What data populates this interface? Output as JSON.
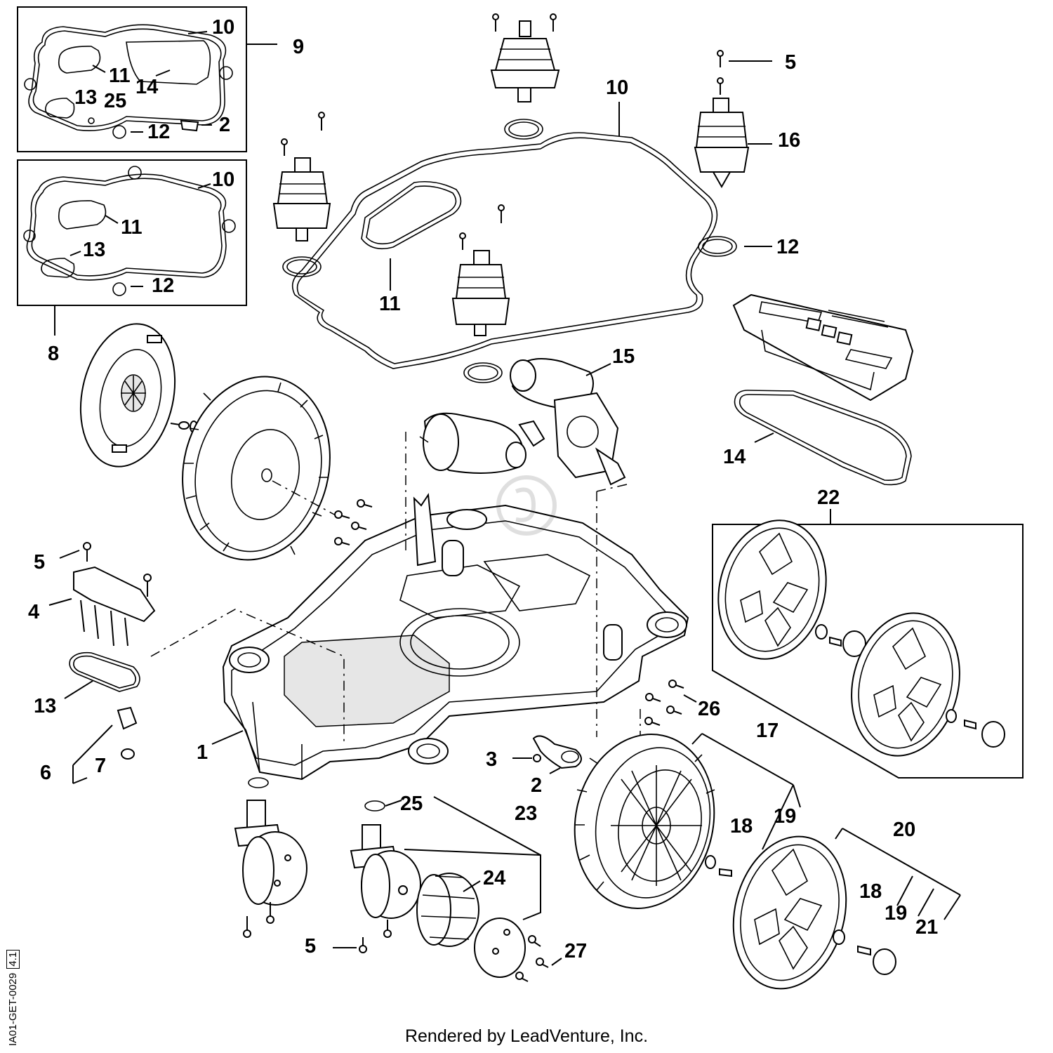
{
  "callouts": {
    "c1": "1",
    "c2a": "2",
    "c2b": "2",
    "c3": "3",
    "c4": "4",
    "c5a": "5",
    "c5b": "5",
    "c5c": "5",
    "c6": "6",
    "c7": "7",
    "c8": "8",
    "c9": "9",
    "c10a": "10",
    "c10b": "10",
    "c10c": "10",
    "c11a": "11",
    "c11b": "11",
    "c11c": "11",
    "c12a": "12",
    "c12b": "12",
    "c12c": "12",
    "c13a": "13",
    "c13b": "13",
    "c13c": "13",
    "c14a": "14",
    "c14b": "14",
    "c15": "15",
    "c16": "16",
    "c17": "17",
    "c18a": "18",
    "c18b": "18",
    "c19a": "19",
    "c19b": "19",
    "c20": "20",
    "c21": "21",
    "c22": "22",
    "c23": "23",
    "c24": "24",
    "c25a": "25",
    "c25b": "25",
    "c26": "26",
    "c27": "27"
  },
  "footer": "Rendered by LeadVenture, Inc.",
  "drawing_id": "IA01-GET-0029",
  "drawing_rev": "4.1"
}
